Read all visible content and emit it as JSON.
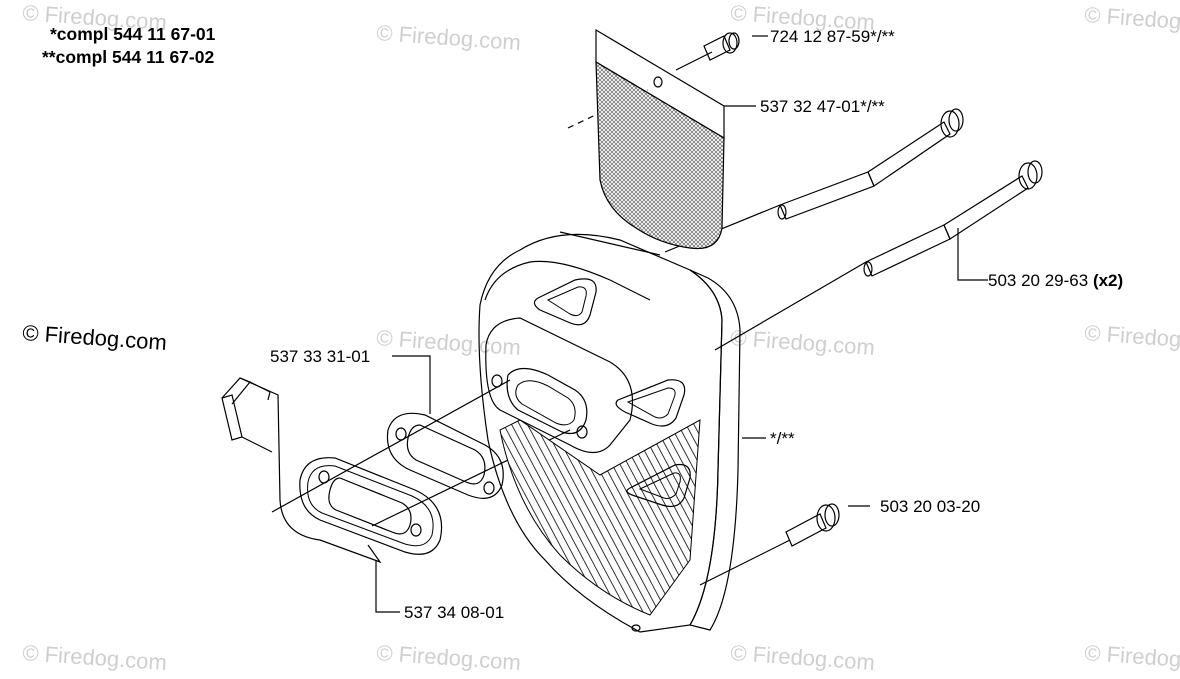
{
  "watermark": {
    "text": "© Firedog.com",
    "tiles": [
      "© Firedog.com",
      "© Firedog.com",
      "© Firedog.com",
      "© Firedog.com",
      "© Firedog.com",
      "© Firedog.com",
      "© Firedog.com",
      "© Firedog.com",
      "© Firedog.com",
      "© Firedog.com",
      "© Firedog.com"
    ],
    "prominent": "© Firedog.com"
  },
  "kit_notes": [
    "*compl 544 11 67-01",
    "**compl 544 11 67-02"
  ],
  "callouts": {
    "screw_top": "724 12 87-59*/**",
    "spark_screen": "537 32 47-01*/**",
    "long_bolt": "503 20 29-63",
    "long_bolt_qty": "(x2)",
    "gasket_upper": "537 33 31-01",
    "gasket_lower": "537 34 08-01",
    "muffler": "*/**",
    "screw_lower": "503 20 03-20"
  },
  "colors": {
    "line": "#000000",
    "watermark": "#cfcfcf",
    "background": "#ffffff"
  }
}
